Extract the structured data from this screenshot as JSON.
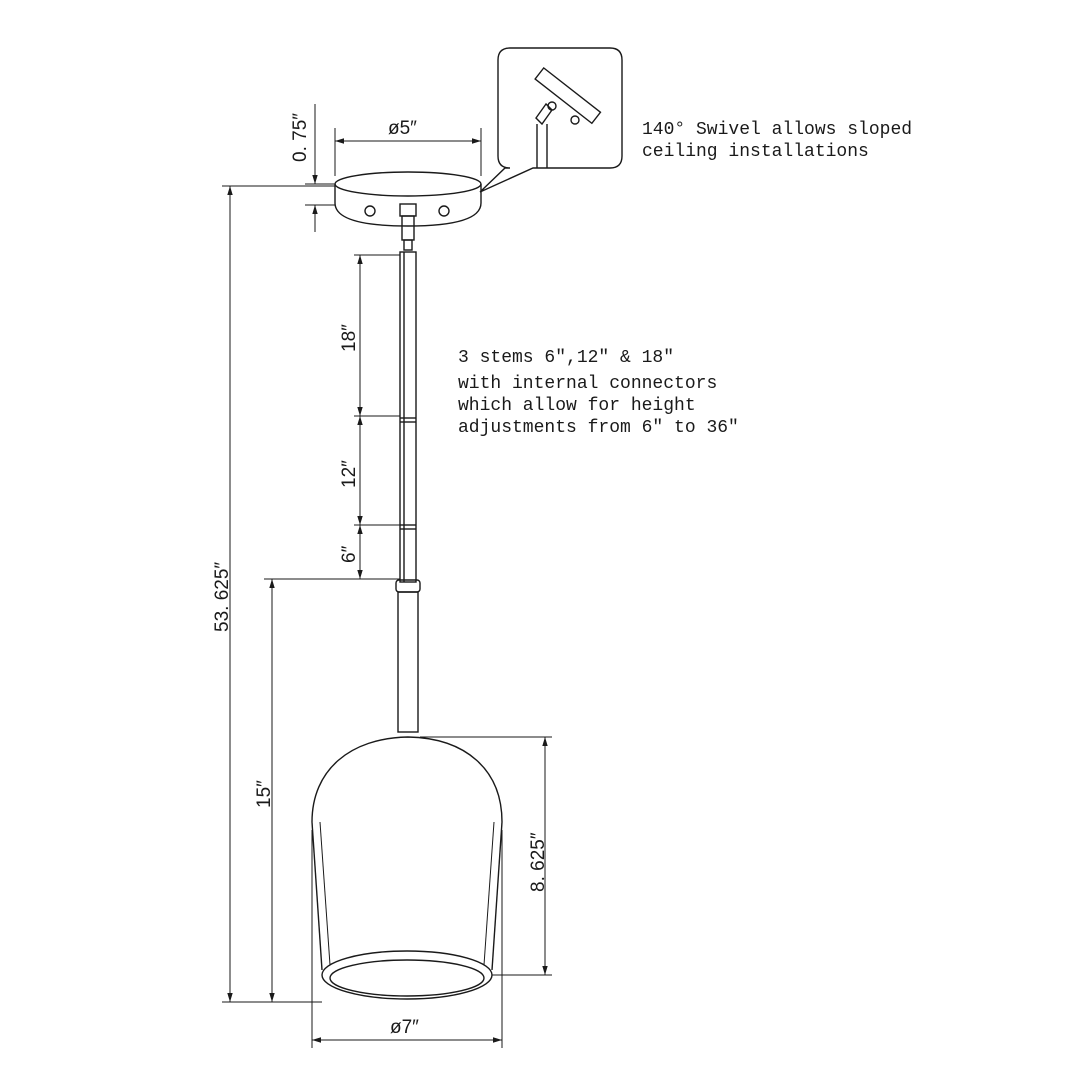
{
  "dimensions": {
    "canopy_height": "0. 75″",
    "canopy_diameter": "ø5″",
    "stem_18": "18″",
    "stem_12": "12″",
    "stem_6": "6″",
    "overall_height": "53. 625″",
    "fixture_height": "15″",
    "shade_height": "8. 625″",
    "shade_diameter": "ø7″"
  },
  "notes": {
    "swivel_line1": "140° Swivel allows sloped",
    "swivel_line2": "ceiling installations",
    "stems_line1": "3 stems 6″,12″ & 18″",
    "stems_line2": "with internal connectors",
    "stems_line3": "which allow for height",
    "stems_line4": "adjustments from 6″ to 36″"
  }
}
